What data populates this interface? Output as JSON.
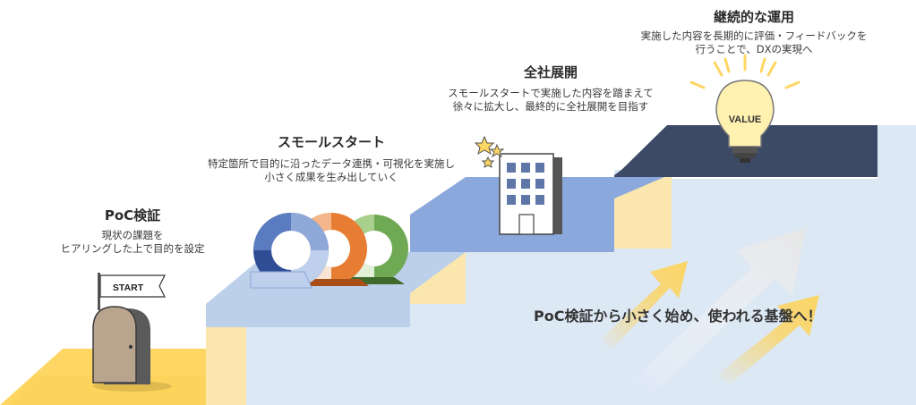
{
  "steps": [
    {
      "title": "PoC検証",
      "desc1": "現状の課題を",
      "desc2": "ヒアリングした上で目的を設定"
    },
    {
      "title": "スモールスタート",
      "desc1": "特定箇所で目的に沿ったデータ連携・可視化を実施し",
      "desc2": "小さく成果を生み出していく"
    },
    {
      "title": "全社展開",
      "desc1": "スモールスタートで実施した内容を踏まえて",
      "desc2": "徐々に拡大し、最終的に全社展開を目指す"
    },
    {
      "title": "継続的な運用",
      "desc1": "実施した内容を長期的に評価・フィードバックを",
      "desc2": "行うことで、DXの実現へ"
    }
  ],
  "flag_label": "START",
  "bulb_label": "VALUE",
  "slogan": "PoC検証から小さく始め、使われる基盤へ！",
  "colors": {
    "floor": "#fdd663",
    "riser": "#fbe6ae",
    "step2_top": "#bcd0ea",
    "step3_top": "#8aa8dc",
    "step4_top": "#3c4a66",
    "wall": "#dde8f5",
    "ring_blue": "#2f4d94",
    "ring_orange": "#e77d33",
    "ring_green": "#6fa954",
    "arrow_yellow": "#fbd566",
    "arrow_grey": "#eeeeee"
  }
}
